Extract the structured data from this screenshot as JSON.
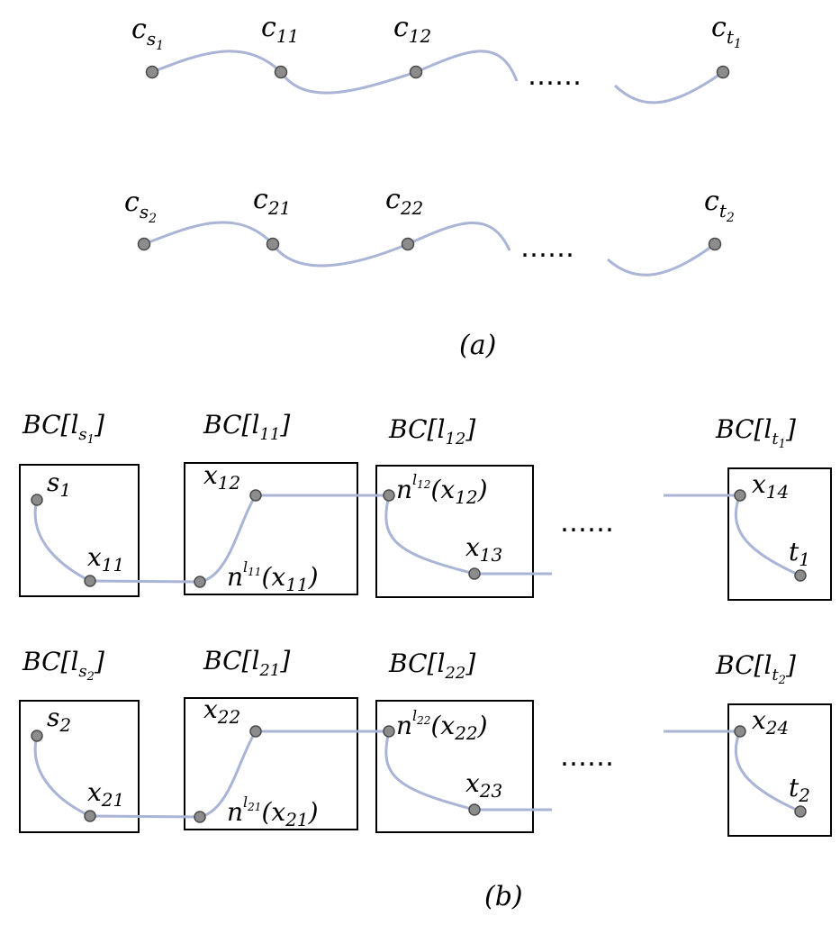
{
  "panel_a": {
    "row1": {
      "labels": [
        "c",
        "c",
        "c",
        "c"
      ],
      "subs": [
        "s",
        "11",
        "12",
        "t"
      ],
      "subsubs": [
        "1",
        "1"
      ],
      "ellipsis": "……"
    },
    "row2": {
      "labels": [
        "c",
        "c",
        "c",
        "c"
      ],
      "subs": [
        "s",
        "21",
        "22",
        "t"
      ],
      "subsubs": [
        "2",
        "2"
      ],
      "ellipsis": "……"
    },
    "caption": "(a)"
  },
  "panel_b": {
    "row1": {
      "box_titles": {
        "prefix": "BC[",
        "vars": [
          "l",
          "l",
          "l",
          "l"
        ],
        "subs": [
          "s",
          "11",
          "12",
          "t"
        ],
        "subsubs": [
          "1",
          "1"
        ],
        "suffix": "]"
      },
      "nodes": {
        "s": "s",
        "s_sub": "1",
        "x_a": "x",
        "x_a_sub": "11",
        "x_b": "x",
        "x_b_sub": "12",
        "n_a": "n",
        "n_a_sup": "l",
        "n_a_supsub": "11",
        "n_a_arg_open": "(",
        "n_a_arg": "x",
        "n_a_arg_sub": "11",
        "n_a_arg_close": ")",
        "n_b": "n",
        "n_b_sup": "l",
        "n_b_supsub": "12",
        "n_b_arg_open": "(",
        "n_b_arg": "x",
        "n_b_arg_sub": "12",
        "n_b_arg_close": ")",
        "x_c": "x",
        "x_c_sub": "13",
        "x_d": "x",
        "x_d_sub": "14",
        "t": "t",
        "t_sub": "1"
      },
      "ellipsis": "……"
    },
    "row2": {
      "box_titles": {
        "prefix": "BC[",
        "vars": [
          "l",
          "l",
          "l",
          "l"
        ],
        "subs": [
          "s",
          "21",
          "22",
          "t"
        ],
        "subsubs": [
          "2",
          "2"
        ],
        "suffix": "]"
      },
      "nodes": {
        "s": "s",
        "s_sub": "2",
        "x_a": "x",
        "x_a_sub": "21",
        "x_b": "x",
        "x_b_sub": "22",
        "n_a": "n",
        "n_a_sup": "l",
        "n_a_supsub": "21",
        "n_a_arg_open": "(",
        "n_a_arg": "x",
        "n_a_arg_sub": "21",
        "n_a_arg_close": ")",
        "n_b": "n",
        "n_b_sup": "l",
        "n_b_supsub": "22",
        "n_b_arg_open": "(",
        "n_b_arg": "x",
        "n_b_arg_sub": "22",
        "n_b_arg_close": ")",
        "x_c": "x",
        "x_c_sub": "23",
        "x_d": "x",
        "x_d_sub": "24",
        "t": "t",
        "t_sub": "2"
      },
      "ellipsis": "……"
    },
    "caption": "(b)"
  },
  "colors": {
    "edge": "#a9b4d6",
    "node_fill": "#8c8c8c",
    "node_stroke": "#4a4a4a",
    "box": "#000000"
  }
}
